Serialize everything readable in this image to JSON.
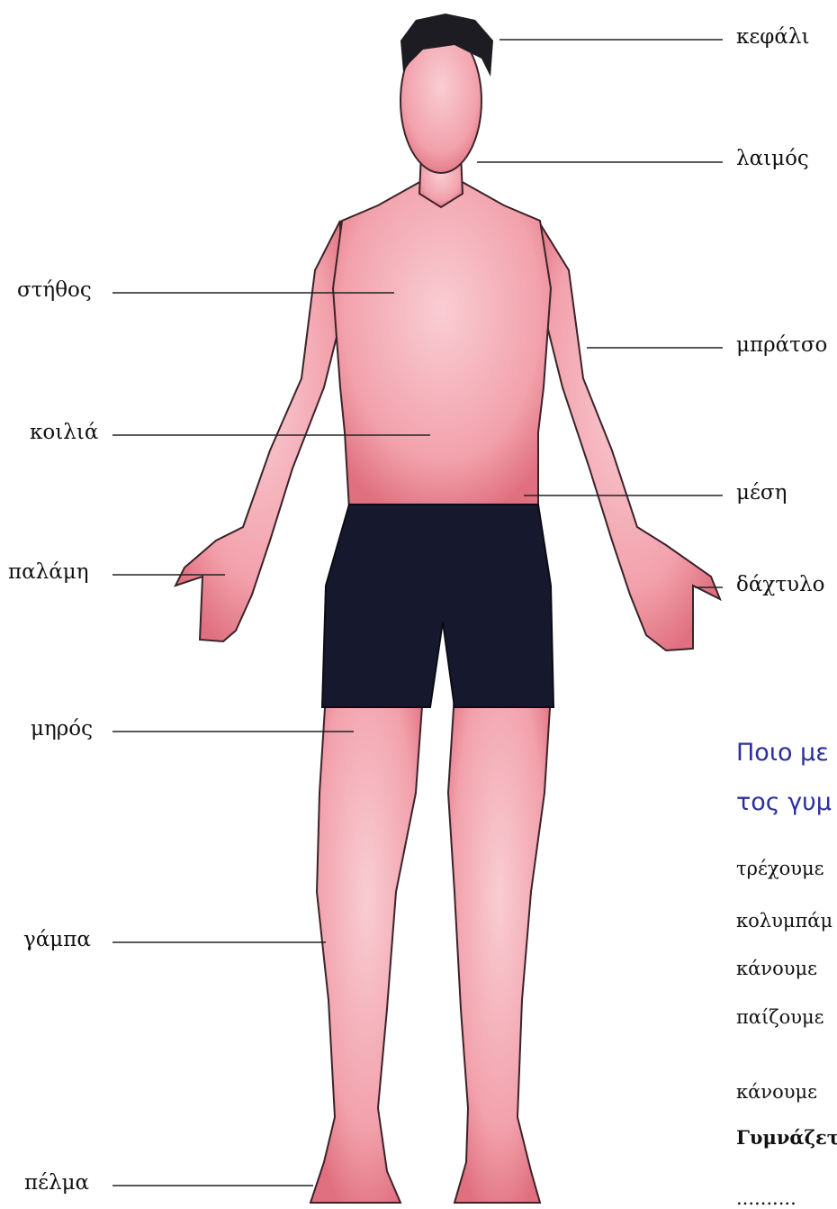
{
  "labels": {
    "head": "κεφάλι",
    "neck": "λαιμός",
    "chest": "στήθος",
    "arm": "μπράτσο",
    "belly": "κοιλιά",
    "waist": "μέση",
    "palm": "παλάμη",
    "finger": "δάχτυλο",
    "thigh": "μηρός",
    "calf": "γάμπα",
    "sole": "πέλμα"
  },
  "question": {
    "line1": "Ποιο με",
    "line2": "τος γυμ"
  },
  "activities": [
    "τρέχουμε",
    "κολυμπάμ",
    "κάνουμε",
    "παίζουμε",
    "κάνουμε"
  ],
  "exercise_prompt": "Γυμνάζετ",
  "answer_line": "..........",
  "colors": {
    "heading": "#2b2f9e",
    "skin": "#f3a3ad",
    "shorts": "#16192e"
  }
}
